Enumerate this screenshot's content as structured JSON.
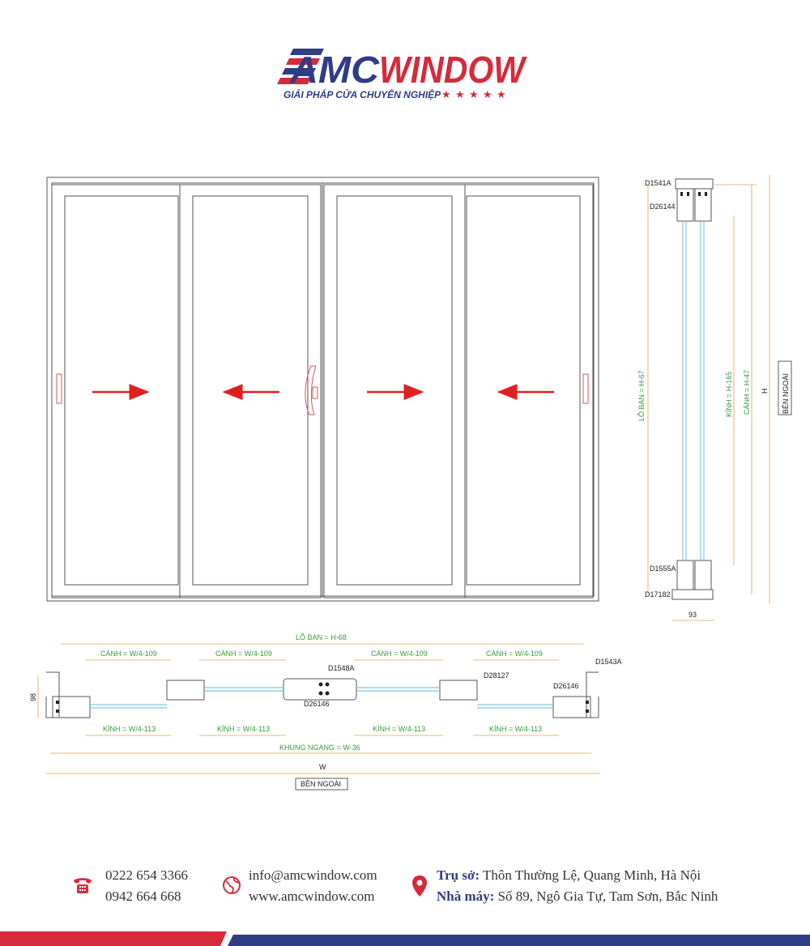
{
  "brand": {
    "logo_text_left": "AMC",
    "logo_text_right": "WINDOW",
    "tagline": "GIẢI PHÁP CỬA CHUYÊN NGHIỆP",
    "colors": {
      "navy": "#2f3c86",
      "red": "#d52b3c"
    }
  },
  "elevation": {
    "arrows": [
      "right",
      "left",
      "right",
      "left"
    ],
    "arrow_color": "#e02020"
  },
  "side_section": {
    "profiles": [
      "D1541A",
      "D26144",
      "D1555A",
      "D17182"
    ],
    "dims": {
      "lo_ban": "LỖ BAN = H-67",
      "kinh": "KÍNH = H-165",
      "canh": "CÁNH = H-47",
      "h": "H",
      "depth": "93"
    },
    "outside_label": "BÊN NGOÀI"
  },
  "plan_section": {
    "lo_ban": "LỖ BAN = H-68",
    "canh_labels": [
      "CÁNH = W/4-109",
      "CÁNH = W/4-109",
      "CÁNH = W/4-109",
      "CÁNH = W/4-109"
    ],
    "kinh_labels": [
      "KÍNH = W/4-113",
      "KÍNH = W/4-113",
      "KÍNH = W/4-113",
      "KÍNH = W/4-113"
    ],
    "profiles": {
      "p1548": "D1548A",
      "p26146a": "D26146",
      "p28127": "D28127",
      "p26146b": "D26146",
      "p1543": "D1543A"
    },
    "khung_ngang": "KHUNG NGANG = W-36",
    "w": "W",
    "depth": "98",
    "outside_label": "BÊN NGOÀI"
  },
  "footer": {
    "phone1": "0222 654 3366",
    "phone2": "0942 664 668",
    "email": "info@amcwindow.com",
    "website": "www.amcwindow.com",
    "hq_label": "Trụ sở:",
    "hq_value": "Thôn Thường Lệ, Quang Minh, Hà Nội",
    "factory_label": "Nhà máy:",
    "factory_value": "Số 89, Ngô Gia Tự, Tam Sơn, Bắc Ninh",
    "icons": [
      "phone-icon",
      "globe-icon",
      "location-pin-icon"
    ]
  }
}
